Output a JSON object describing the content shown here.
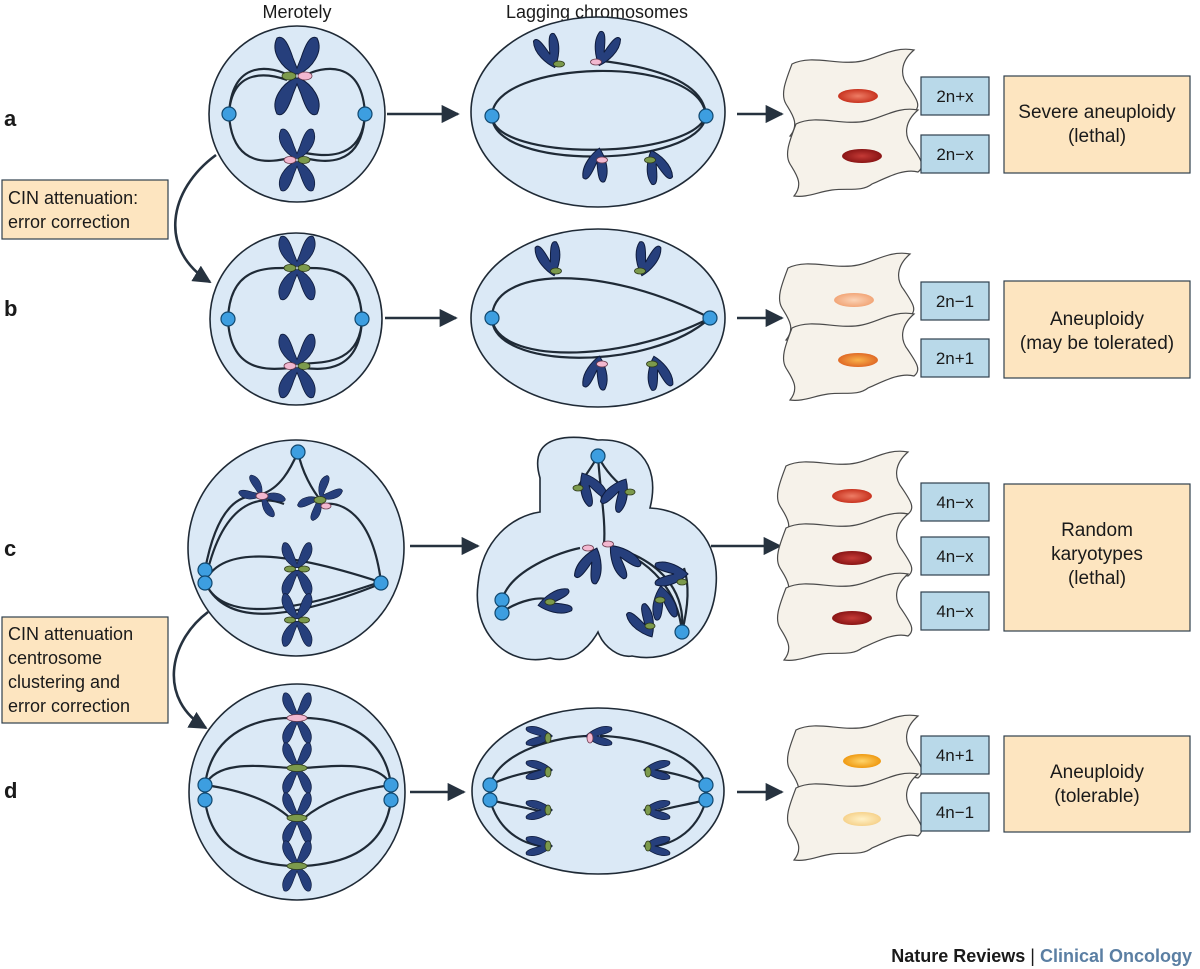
{
  "headers": {
    "merotely": "Merotely",
    "lagging": "Lagging chromosomes"
  },
  "rows": {
    "a": {
      "label": "a",
      "karyotypes": [
        "2n+x",
        "2n−x"
      ],
      "outcome": [
        "Severe aneuploidy",
        "(lethal)"
      ]
    },
    "b": {
      "label": "b",
      "karyotypes": [
        "2n−1",
        "2n+1"
      ],
      "outcome": [
        "Aneuploidy",
        "(may be tolerated)"
      ]
    },
    "c": {
      "label": "c",
      "karyotypes": [
        "4n−x",
        "4n−x",
        "4n−x"
      ],
      "outcome": [
        "Random",
        "karyotypes",
        "(lethal)"
      ]
    },
    "d": {
      "label": "d",
      "karyotypes": [
        "4n+1",
        "4n−1"
      ],
      "outcome": [
        "Aneuploidy",
        "(tolerable)"
      ]
    }
  },
  "notes": {
    "ab": [
      "CIN attenuation:",
      "error correction"
    ],
    "cd": [
      "CIN attenuation",
      "centrosome",
      "clustering and",
      "error correction"
    ]
  },
  "credit": {
    "journal": "Nature Reviews",
    "separator": " | ",
    "section": "Clinical Oncology"
  },
  "colors": {
    "cell_fill": "#dbe9f6",
    "chromosome": "#263f7c",
    "kinetochore_green": "#7c9a4c",
    "kinetochore_pink": "#f2b8d0",
    "centrosome": "#3d9ee0",
    "karyotype_box": "#b9d9e9",
    "outcome_box": "#fde5c0",
    "daughter_cell": "#f6f2ea",
    "credit_accent": "#5b7fa3"
  }
}
